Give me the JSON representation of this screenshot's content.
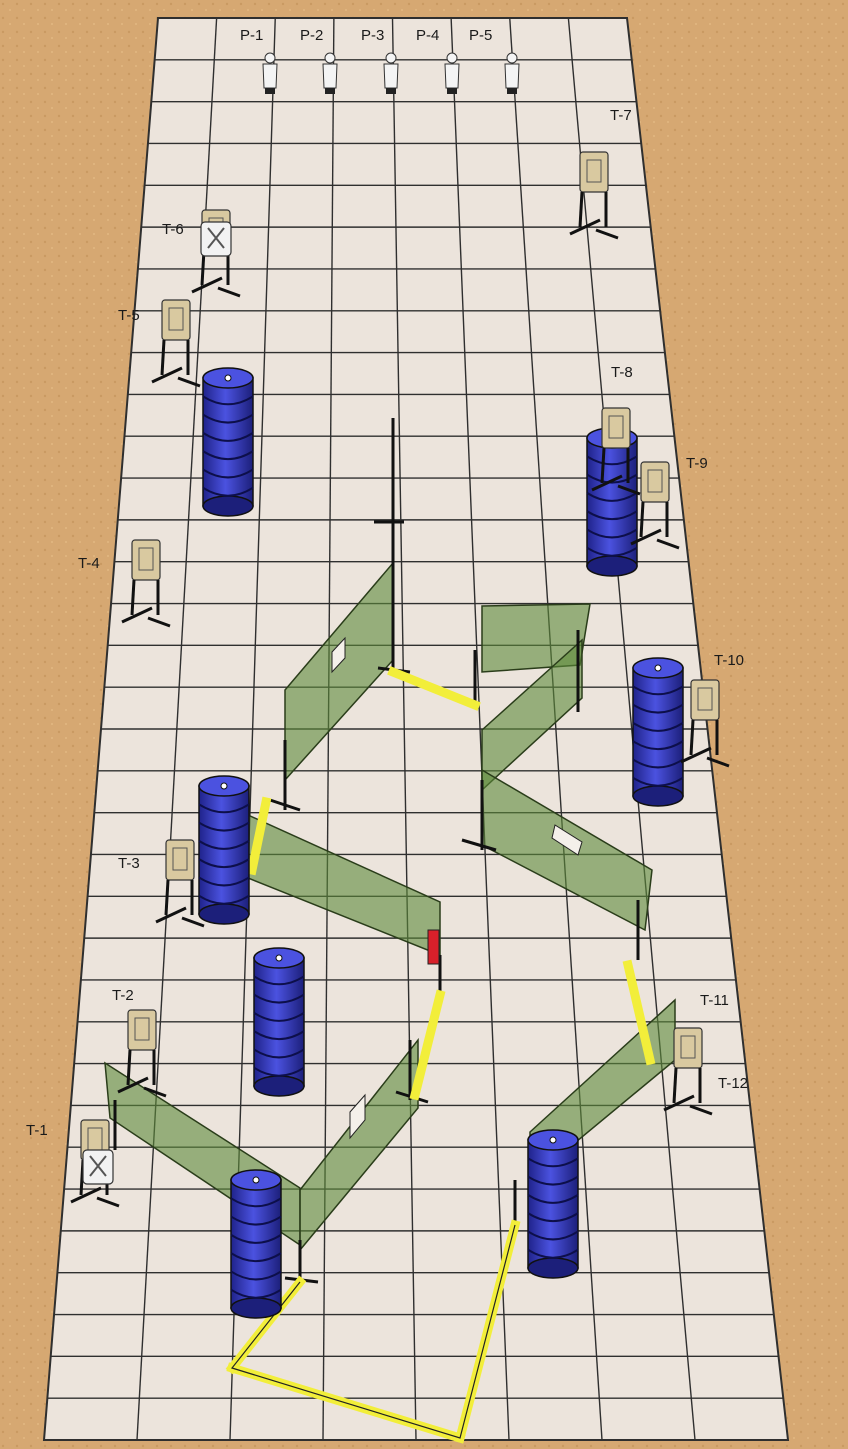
{
  "labels": {
    "p1": "P-1",
    "p2": "P-2",
    "p3": "P-3",
    "p4": "P-4",
    "p5": "P-5",
    "t1": "T-1",
    "t2": "T-2",
    "t3": "T-3",
    "t4": "T-4",
    "t5": "T-5",
    "t6": "T-6",
    "t7": "T-7",
    "t8": "T-8",
    "t9": "T-9",
    "t10": "T-10",
    "t11": "T-11",
    "t12": "T-12"
  },
  "colors": {
    "sand": "#d6a872",
    "floor": "#ece4dc",
    "grid": "#2f2f2f",
    "wall": "#5e8a3a",
    "barrel": "#3a3fc8",
    "fault_line": "#f2ee3a",
    "target": "#d9c9a0",
    "no_shoot": "#f2f2f2"
  },
  "icons": {
    "barrel": "barrel-icon",
    "target_stand": "target-stand-icon",
    "popper": "popper-icon",
    "wall": "wall-panel-icon",
    "fault_line": "fault-line-icon",
    "shooting_box": "shooting-box-icon"
  }
}
